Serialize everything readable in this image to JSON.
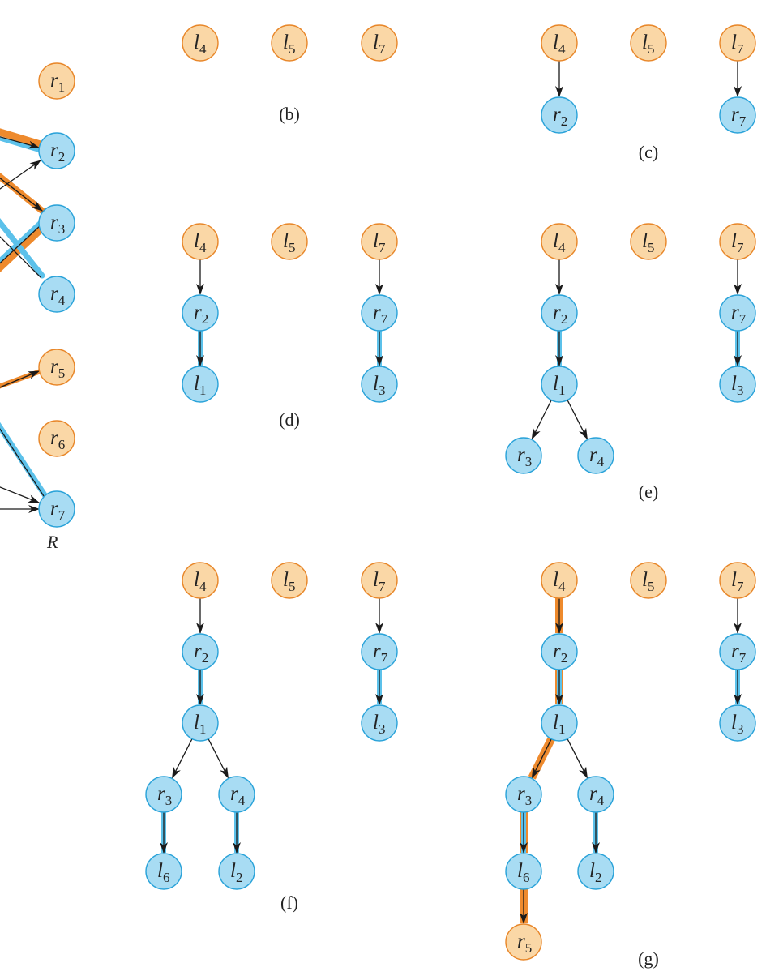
{
  "colors": {
    "free_fill": "#fad7a6",
    "free_stroke": "#e8872a",
    "matched_fill": "#a8dcf3",
    "matched_stroke": "#2ba3d9",
    "highlight_orange": "#ee8a2d",
    "highlight_blue": "#5cc1ea",
    "arrow": "#1a1a1a"
  },
  "R_label": "R",
  "left_fragment": {
    "nodes": [
      {
        "id": "fr1",
        "base": "r",
        "sub": "1",
        "state": "free"
      },
      {
        "id": "fr2",
        "base": "r",
        "sub": "2",
        "state": "matched"
      },
      {
        "id": "fr3",
        "base": "r",
        "sub": "3",
        "state": "matched"
      },
      {
        "id": "fr4",
        "base": "r",
        "sub": "4",
        "state": "matched"
      },
      {
        "id": "fr5",
        "base": "r",
        "sub": "5",
        "state": "free"
      },
      {
        "id": "fr6",
        "base": "r",
        "sub": "6",
        "state": "free"
      },
      {
        "id": "fr7",
        "base": "r",
        "sub": "7",
        "state": "matched"
      }
    ]
  },
  "panels": [
    {
      "caption": "(b)",
      "nodes": [
        {
          "id": "b_l4",
          "base": "l",
          "sub": "4",
          "state": "free"
        },
        {
          "id": "b_l5",
          "base": "l",
          "sub": "5",
          "state": "free"
        },
        {
          "id": "b_l7",
          "base": "l",
          "sub": "7",
          "state": "free"
        }
      ],
      "edges": []
    },
    {
      "caption": "(c)",
      "nodes": [
        {
          "id": "c_l4",
          "base": "l",
          "sub": "4",
          "state": "free"
        },
        {
          "id": "c_l5",
          "base": "l",
          "sub": "5",
          "state": "free"
        },
        {
          "id": "c_l7",
          "base": "l",
          "sub": "7",
          "state": "free"
        },
        {
          "id": "c_r2",
          "base": "r",
          "sub": "2",
          "state": "matched"
        },
        {
          "id": "c_r7",
          "base": "r",
          "sub": "7",
          "state": "matched"
        }
      ],
      "edges": [
        {
          "from": "c_l4",
          "to": "c_r2",
          "kind": "plain"
        },
        {
          "from": "c_l7",
          "to": "c_r7",
          "kind": "plain"
        }
      ]
    },
    {
      "caption": "(d)",
      "nodes": [
        {
          "id": "d_l4",
          "base": "l",
          "sub": "4",
          "state": "free"
        },
        {
          "id": "d_l5",
          "base": "l",
          "sub": "5",
          "state": "free"
        },
        {
          "id": "d_l7",
          "base": "l",
          "sub": "7",
          "state": "free"
        },
        {
          "id": "d_r2",
          "base": "r",
          "sub": "2",
          "state": "matched"
        },
        {
          "id": "d_r7",
          "base": "r",
          "sub": "7",
          "state": "matched"
        },
        {
          "id": "d_l1",
          "base": "l",
          "sub": "1",
          "state": "matched"
        },
        {
          "id": "d_l3",
          "base": "l",
          "sub": "3",
          "state": "matched"
        }
      ],
      "edges": [
        {
          "from": "d_l4",
          "to": "d_r2",
          "kind": "plain"
        },
        {
          "from": "d_l7",
          "to": "d_r7",
          "kind": "plain"
        },
        {
          "from": "d_r2",
          "to": "d_l1",
          "kind": "matched"
        },
        {
          "from": "d_r7",
          "to": "d_l3",
          "kind": "matched"
        }
      ]
    },
    {
      "caption": "(e)",
      "nodes": [
        {
          "id": "e_l4",
          "base": "l",
          "sub": "4",
          "state": "free"
        },
        {
          "id": "e_l5",
          "base": "l",
          "sub": "5",
          "state": "free"
        },
        {
          "id": "e_l7",
          "base": "l",
          "sub": "7",
          "state": "free"
        },
        {
          "id": "e_r2",
          "base": "r",
          "sub": "2",
          "state": "matched"
        },
        {
          "id": "e_r7",
          "base": "r",
          "sub": "7",
          "state": "matched"
        },
        {
          "id": "e_l1",
          "base": "l",
          "sub": "1",
          "state": "matched"
        },
        {
          "id": "e_l3",
          "base": "l",
          "sub": "3",
          "state": "matched"
        },
        {
          "id": "e_r3",
          "base": "r",
          "sub": "3",
          "state": "matched"
        },
        {
          "id": "e_r4",
          "base": "r",
          "sub": "4",
          "state": "matched"
        }
      ],
      "edges": [
        {
          "from": "e_l4",
          "to": "e_r2",
          "kind": "plain"
        },
        {
          "from": "e_l7",
          "to": "e_r7",
          "kind": "plain"
        },
        {
          "from": "e_r2",
          "to": "e_l1",
          "kind": "matched"
        },
        {
          "from": "e_r7",
          "to": "e_l3",
          "kind": "matched"
        },
        {
          "from": "e_l1",
          "to": "e_r3",
          "kind": "plain"
        },
        {
          "from": "e_l1",
          "to": "e_r4",
          "kind": "plain"
        }
      ]
    },
    {
      "caption": "(f)",
      "nodes": [
        {
          "id": "f_l4",
          "base": "l",
          "sub": "4",
          "state": "free"
        },
        {
          "id": "f_l5",
          "base": "l",
          "sub": "5",
          "state": "free"
        },
        {
          "id": "f_l7",
          "base": "l",
          "sub": "7",
          "state": "free"
        },
        {
          "id": "f_r2",
          "base": "r",
          "sub": "2",
          "state": "matched"
        },
        {
          "id": "f_r7",
          "base": "r",
          "sub": "7",
          "state": "matched"
        },
        {
          "id": "f_l1",
          "base": "l",
          "sub": "1",
          "state": "matched"
        },
        {
          "id": "f_l3",
          "base": "l",
          "sub": "3",
          "state": "matched"
        },
        {
          "id": "f_r3",
          "base": "r",
          "sub": "3",
          "state": "matched"
        },
        {
          "id": "f_r4",
          "base": "r",
          "sub": "4",
          "state": "matched"
        },
        {
          "id": "f_l6",
          "base": "l",
          "sub": "6",
          "state": "matched"
        },
        {
          "id": "f_l2",
          "base": "l",
          "sub": "2",
          "state": "matched"
        }
      ],
      "edges": [
        {
          "from": "f_l4",
          "to": "f_r2",
          "kind": "plain"
        },
        {
          "from": "f_l7",
          "to": "f_r7",
          "kind": "plain"
        },
        {
          "from": "f_r2",
          "to": "f_l1",
          "kind": "matched"
        },
        {
          "from": "f_r7",
          "to": "f_l3",
          "kind": "matched"
        },
        {
          "from": "f_l1",
          "to": "f_r3",
          "kind": "plain"
        },
        {
          "from": "f_l1",
          "to": "f_r4",
          "kind": "plain"
        },
        {
          "from": "f_r3",
          "to": "f_l6",
          "kind": "matched"
        },
        {
          "from": "f_r4",
          "to": "f_l2",
          "kind": "matched"
        }
      ]
    },
    {
      "caption": "(g)",
      "nodes": [
        {
          "id": "g_l4",
          "base": "l",
          "sub": "4",
          "state": "free"
        },
        {
          "id": "g_l5",
          "base": "l",
          "sub": "5",
          "state": "free"
        },
        {
          "id": "g_l7",
          "base": "l",
          "sub": "7",
          "state": "free"
        },
        {
          "id": "g_r2",
          "base": "r",
          "sub": "2",
          "state": "matched"
        },
        {
          "id": "g_r7",
          "base": "r",
          "sub": "7",
          "state": "matched"
        },
        {
          "id": "g_l1",
          "base": "l",
          "sub": "1",
          "state": "matched"
        },
        {
          "id": "g_l3",
          "base": "l",
          "sub": "3",
          "state": "matched"
        },
        {
          "id": "g_r3",
          "base": "r",
          "sub": "3",
          "state": "matched"
        },
        {
          "id": "g_r4",
          "base": "r",
          "sub": "4",
          "state": "matched"
        },
        {
          "id": "g_l6",
          "base": "l",
          "sub": "6",
          "state": "matched"
        },
        {
          "id": "g_l2",
          "base": "l",
          "sub": "2",
          "state": "matched"
        },
        {
          "id": "g_r5",
          "base": "r",
          "sub": "5",
          "state": "free"
        }
      ],
      "edges": [
        {
          "from": "g_l4",
          "to": "g_r2",
          "kind": "path-plain"
        },
        {
          "from": "g_l7",
          "to": "g_r7",
          "kind": "plain"
        },
        {
          "from": "g_r2",
          "to": "g_l1",
          "kind": "path-matched"
        },
        {
          "from": "g_r7",
          "to": "g_l3",
          "kind": "matched"
        },
        {
          "from": "g_l1",
          "to": "g_r3",
          "kind": "path-plain"
        },
        {
          "from": "g_l1",
          "to": "g_r4",
          "kind": "plain"
        },
        {
          "from": "g_r3",
          "to": "g_l6",
          "kind": "path-matched"
        },
        {
          "from": "g_r4",
          "to": "g_l2",
          "kind": "matched"
        },
        {
          "from": "g_l6",
          "to": "g_r5",
          "kind": "path-plain"
        }
      ]
    }
  ]
}
